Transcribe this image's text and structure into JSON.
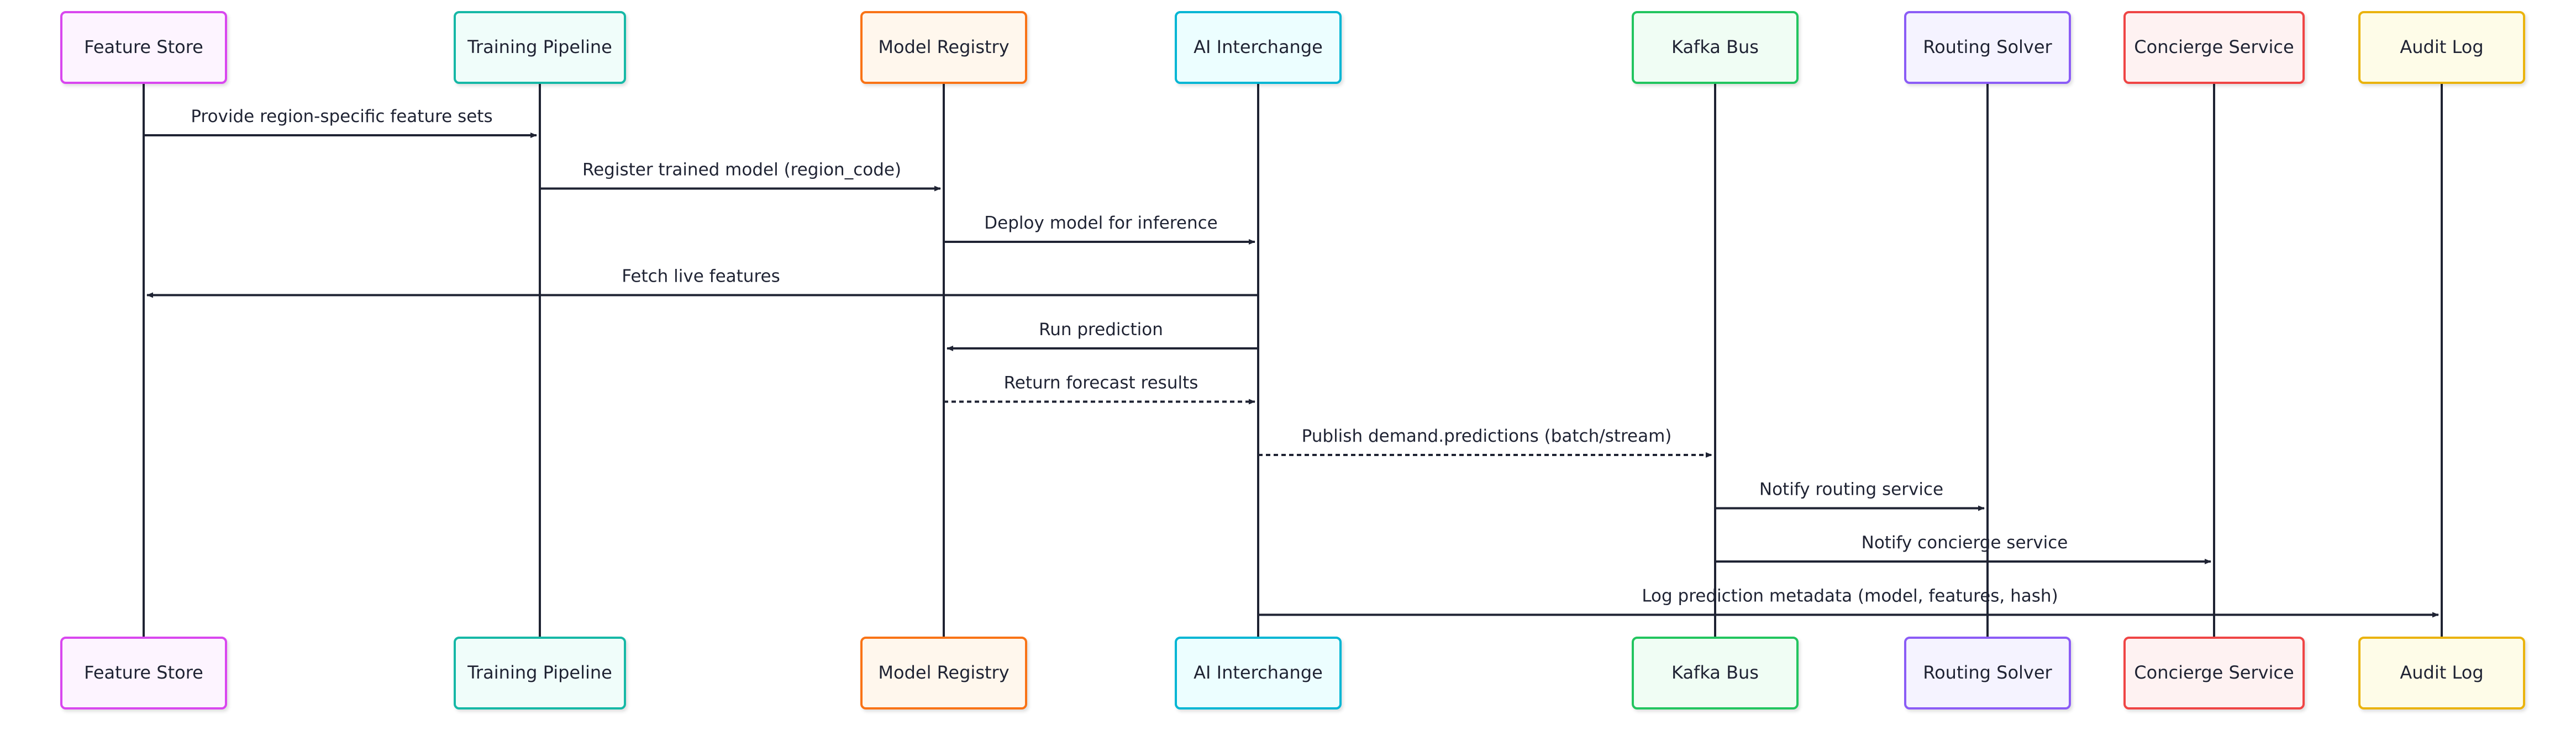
{
  "participants": [
    {
      "id": "feature_store",
      "label": "Feature Store",
      "stroke": "#d946ef",
      "fill": "#fdf4ff"
    },
    {
      "id": "training_pipeline",
      "label": "Training Pipeline",
      "stroke": "#14b8a6",
      "fill": "#f0fdfa"
    },
    {
      "id": "model_registry",
      "label": "Model Registry",
      "stroke": "#f97316",
      "fill": "#fff7ed"
    },
    {
      "id": "ai_interchange",
      "label": "AI Interchange",
      "stroke": "#06b6d4",
      "fill": "#ecfeff"
    },
    {
      "id": "kafka_bus",
      "label": "Kafka Bus",
      "stroke": "#22c55e",
      "fill": "#f0fdf4"
    },
    {
      "id": "routing_solver",
      "label": "Routing Solver",
      "stroke": "#8b5cf6",
      "fill": "#f5f3ff"
    },
    {
      "id": "concierge_service",
      "label": "Concierge Service",
      "stroke": "#ef4444",
      "fill": "#fef2f2"
    },
    {
      "id": "audit_log",
      "label": "Audit Log",
      "stroke": "#eab308",
      "fill": "#fefce8"
    }
  ],
  "messages": [
    {
      "from": "feature_store",
      "to": "training_pipeline",
      "label": "Provide region-specific feature sets",
      "style": "solid"
    },
    {
      "from": "training_pipeline",
      "to": "model_registry",
      "label": "Register trained model (region_code)",
      "style": "solid"
    },
    {
      "from": "model_registry",
      "to": "ai_interchange",
      "label": "Deploy model for inference",
      "style": "solid"
    },
    {
      "from": "ai_interchange",
      "to": "feature_store",
      "label": "Fetch live features",
      "style": "solid"
    },
    {
      "from": "ai_interchange",
      "to": "model_registry",
      "label": "Run prediction",
      "style": "solid"
    },
    {
      "from": "model_registry",
      "to": "ai_interchange",
      "label": "Return forecast results",
      "style": "dashed"
    },
    {
      "from": "ai_interchange",
      "to": "kafka_bus",
      "label": "Publish demand.predictions (batch/stream)",
      "style": "dashed"
    },
    {
      "from": "kafka_bus",
      "to": "routing_solver",
      "label": "Notify routing service",
      "style": "solid"
    },
    {
      "from": "kafka_bus",
      "to": "concierge_service",
      "label": "Notify concierge service",
      "style": "solid"
    },
    {
      "from": "ai_interchange",
      "to": "audit_log",
      "label": "Log prediction metadata (model, features, hash)",
      "style": "solid"
    }
  ],
  "line_color": "#1f2333"
}
